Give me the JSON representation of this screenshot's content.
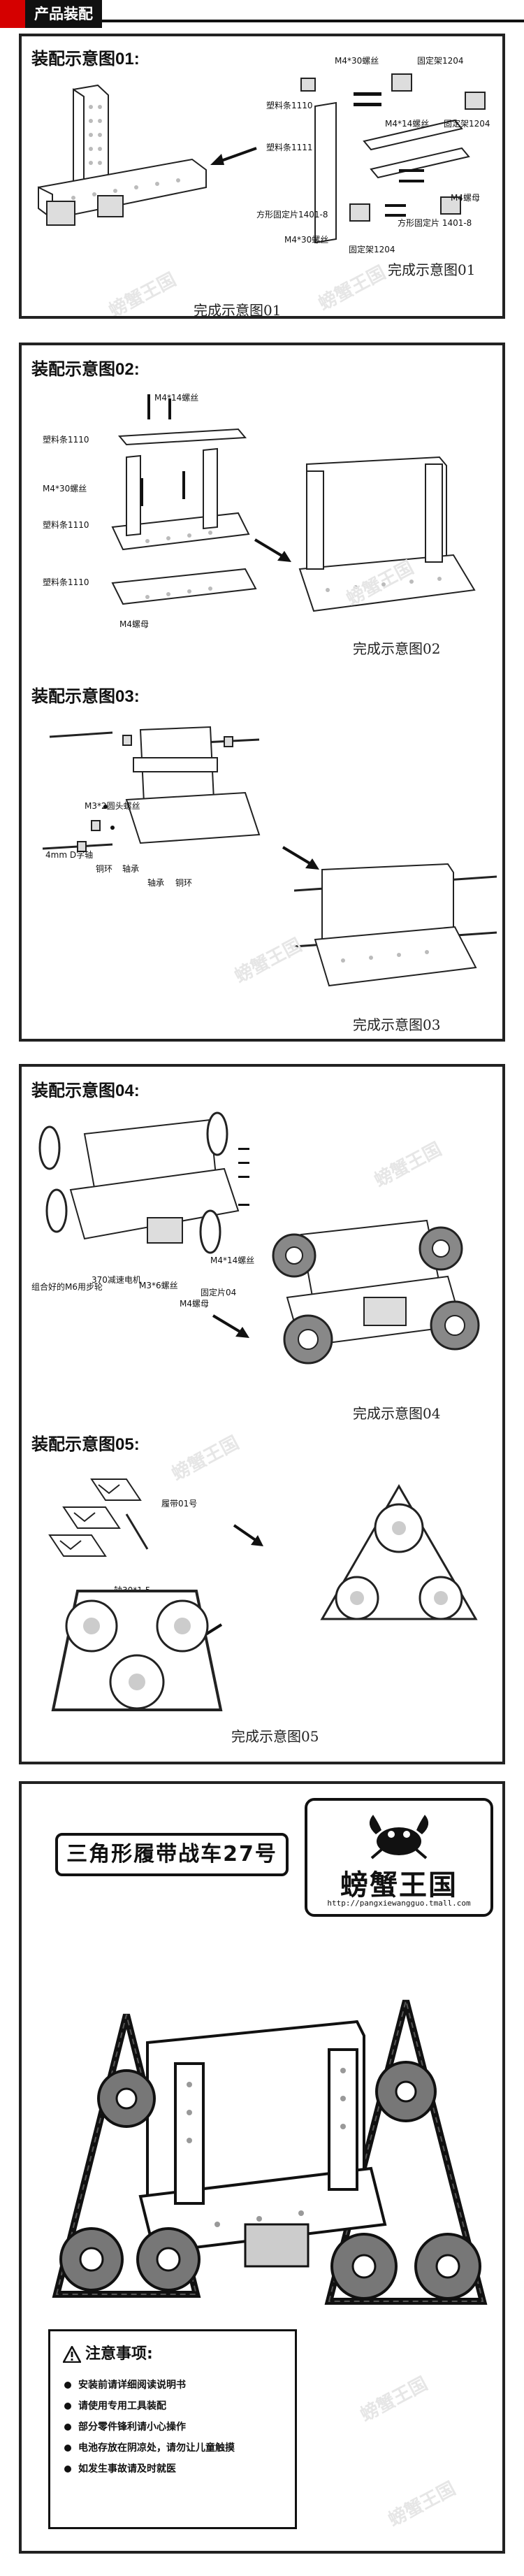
{
  "header": {
    "title": "产品装配"
  },
  "panel1": {
    "step_title": "装配示意图01:",
    "caption_complete": "完成示意图01",
    "caption_bottom": "完成示意图01",
    "labels": {
      "m4x30_screw_top": "M4*30螺丝",
      "bracket_1204_top": "固定架1204",
      "bar_1110": "塑料条1110",
      "m4x14_screw": "M4*14螺丝",
      "bracket_1204_right": "固定架1204",
      "bar_1111": "塑料条1111",
      "m4_nut": "M4螺母",
      "square_plate_1401_8_left": "方形固定片1401-8",
      "m4x30_screw_bottom": "M4*30螺丝",
      "bracket_1204_bottom": "固定架1204",
      "square_plate_1401_8_right": "方形固定片 1401-8"
    }
  },
  "panel2": {
    "step_title_a": "装配示意图02:",
    "caption_a": "完成示意图02",
    "labels_a": {
      "m4x14_screw": "M4*14螺丝",
      "bar_1110_a": "塑料条1110",
      "m4x30_screw": "M4*30螺丝",
      "bar_1110_b": "塑料条1110",
      "bar_1110_c": "塑料条1110",
      "m4_nut": "M4螺母"
    },
    "step_title_b": "装配示意图03:",
    "caption_b": "完成示意图03",
    "labels_b": {
      "m3x2_screw": "M3*2圆头螺丝",
      "shaft_4mm": "4mm D字轴",
      "copper_ring_a": "铜环",
      "bearing_a": "轴承",
      "bearing_b": "轴承",
      "copper_ring_b": "铜环"
    }
  },
  "panel3": {
    "step_title_a": "装配示意图04:",
    "caption_a": "完成示意图04",
    "labels_a": {
      "m4x14_screw": "M4*14螺丝",
      "wheel_combo": "组合好的M6用步轮",
      "motor_370": "370减速电机",
      "m3x6_screw": "M3*6螺丝",
      "m4_nut": "M4螺母",
      "bracket_04": "固定片04"
    },
    "step_title_b": "装配示意图05:",
    "caption_b": "完成示意图05",
    "labels_b": {
      "track_01": "履带01号",
      "shaft_30x1_5": "轴30*1.5"
    }
  },
  "panel4": {
    "product_title": "三角形履带战车27号",
    "logo": {
      "name": "螃蟹王国",
      "url": "http://pangxiewangguo.tmall.com"
    },
    "notice": {
      "heading": "注意事项:",
      "items": [
        "安装前请详细阅读说明书",
        "请使用专用工具装配",
        "部分零件锋利请小心操作",
        "电池存放在阴凉处，请勿让儿童触摸",
        "如发生事故请及时就医"
      ]
    }
  },
  "watermark_text": "螃蟹王国"
}
